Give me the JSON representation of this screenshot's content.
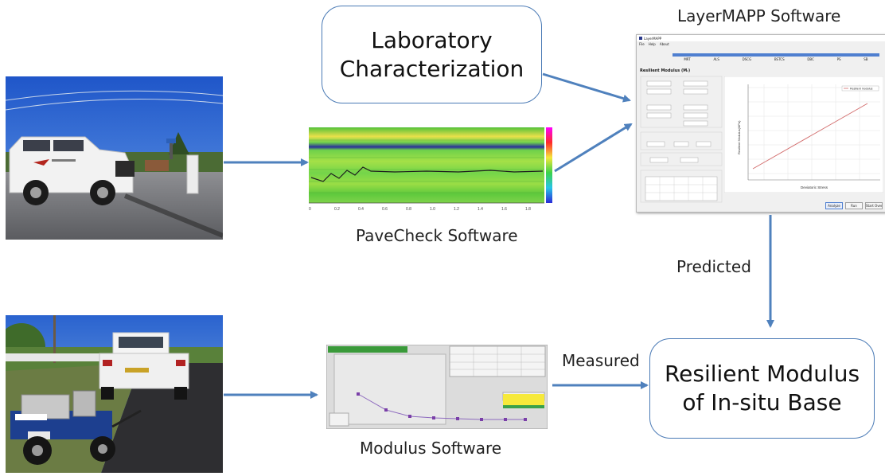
{
  "boxes": {
    "lab_line1": "Laboratory",
    "lab_line2": "Characterization",
    "result_line1": "Resilient Modulus",
    "result_line2": "of In-situ Base"
  },
  "captions": {
    "layermapp": "LayerMAPP Software",
    "pavecheck": "PaveCheck Software",
    "modulus": "Modulus Software"
  },
  "arrow_labels": {
    "predicted": "Predicted",
    "measured": "Measured"
  },
  "colors": {
    "arrow": "#4f81bd",
    "box_border": "#4a7ab5"
  },
  "layermapp_window": {
    "title": "LayerMAPP",
    "menu": [
      "File",
      "Help",
      "About"
    ],
    "tabs": [
      "MRT",
      "ALS",
      "DSCG",
      "BSTCS",
      "DBC",
      "PS",
      "SB"
    ],
    "section_title": "Resilient Modulus (Mᵣ)",
    "chart_xlabel": "Deviatoric Stress",
    "chart_ylabel": "Resilient Modulus(MPa)",
    "legend": "Resilient modulus",
    "buttons": [
      "Analyze",
      "Run",
      "Start Over"
    ]
  }
}
